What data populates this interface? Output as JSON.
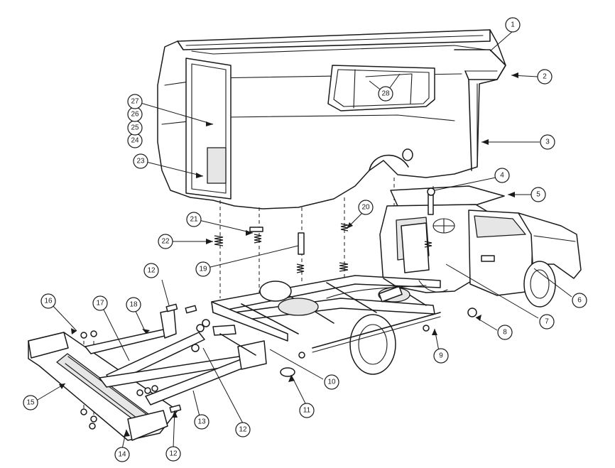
{
  "diagram": {
    "type": "exploded-parts-diagram",
    "callouts": [
      {
        "id": "c1",
        "label": "1"
      },
      {
        "id": "c2",
        "label": "2"
      },
      {
        "id": "c3",
        "label": "3"
      },
      {
        "id": "c4",
        "label": "4"
      },
      {
        "id": "c5",
        "label": "5"
      },
      {
        "id": "c6",
        "label": "6"
      },
      {
        "id": "c7",
        "label": "7"
      },
      {
        "id": "c8",
        "label": "8"
      },
      {
        "id": "c9",
        "label": "9"
      },
      {
        "id": "c10",
        "label": "10"
      },
      {
        "id": "c11",
        "label": "11"
      },
      {
        "id": "c12a",
        "label": "12"
      },
      {
        "id": "c12b",
        "label": "12"
      },
      {
        "id": "c12c",
        "label": "12"
      },
      {
        "id": "c13",
        "label": "13"
      },
      {
        "id": "c14",
        "label": "14"
      },
      {
        "id": "c15",
        "label": "15"
      },
      {
        "id": "c16",
        "label": "16"
      },
      {
        "id": "c17",
        "label": "17"
      },
      {
        "id": "c18",
        "label": "18"
      },
      {
        "id": "c19",
        "label": "19"
      },
      {
        "id": "c20",
        "label": "20"
      },
      {
        "id": "c21",
        "label": "21"
      },
      {
        "id": "c22",
        "label": "22"
      },
      {
        "id": "c23",
        "label": "23"
      },
      {
        "id": "c24",
        "label": "24"
      },
      {
        "id": "c25",
        "label": "25"
      },
      {
        "id": "c26",
        "label": "26"
      },
      {
        "id": "c27",
        "label": "27"
      },
      {
        "id": "c28",
        "label": "28"
      }
    ],
    "line_color": "#1a1a1a",
    "background": "#ffffff"
  }
}
